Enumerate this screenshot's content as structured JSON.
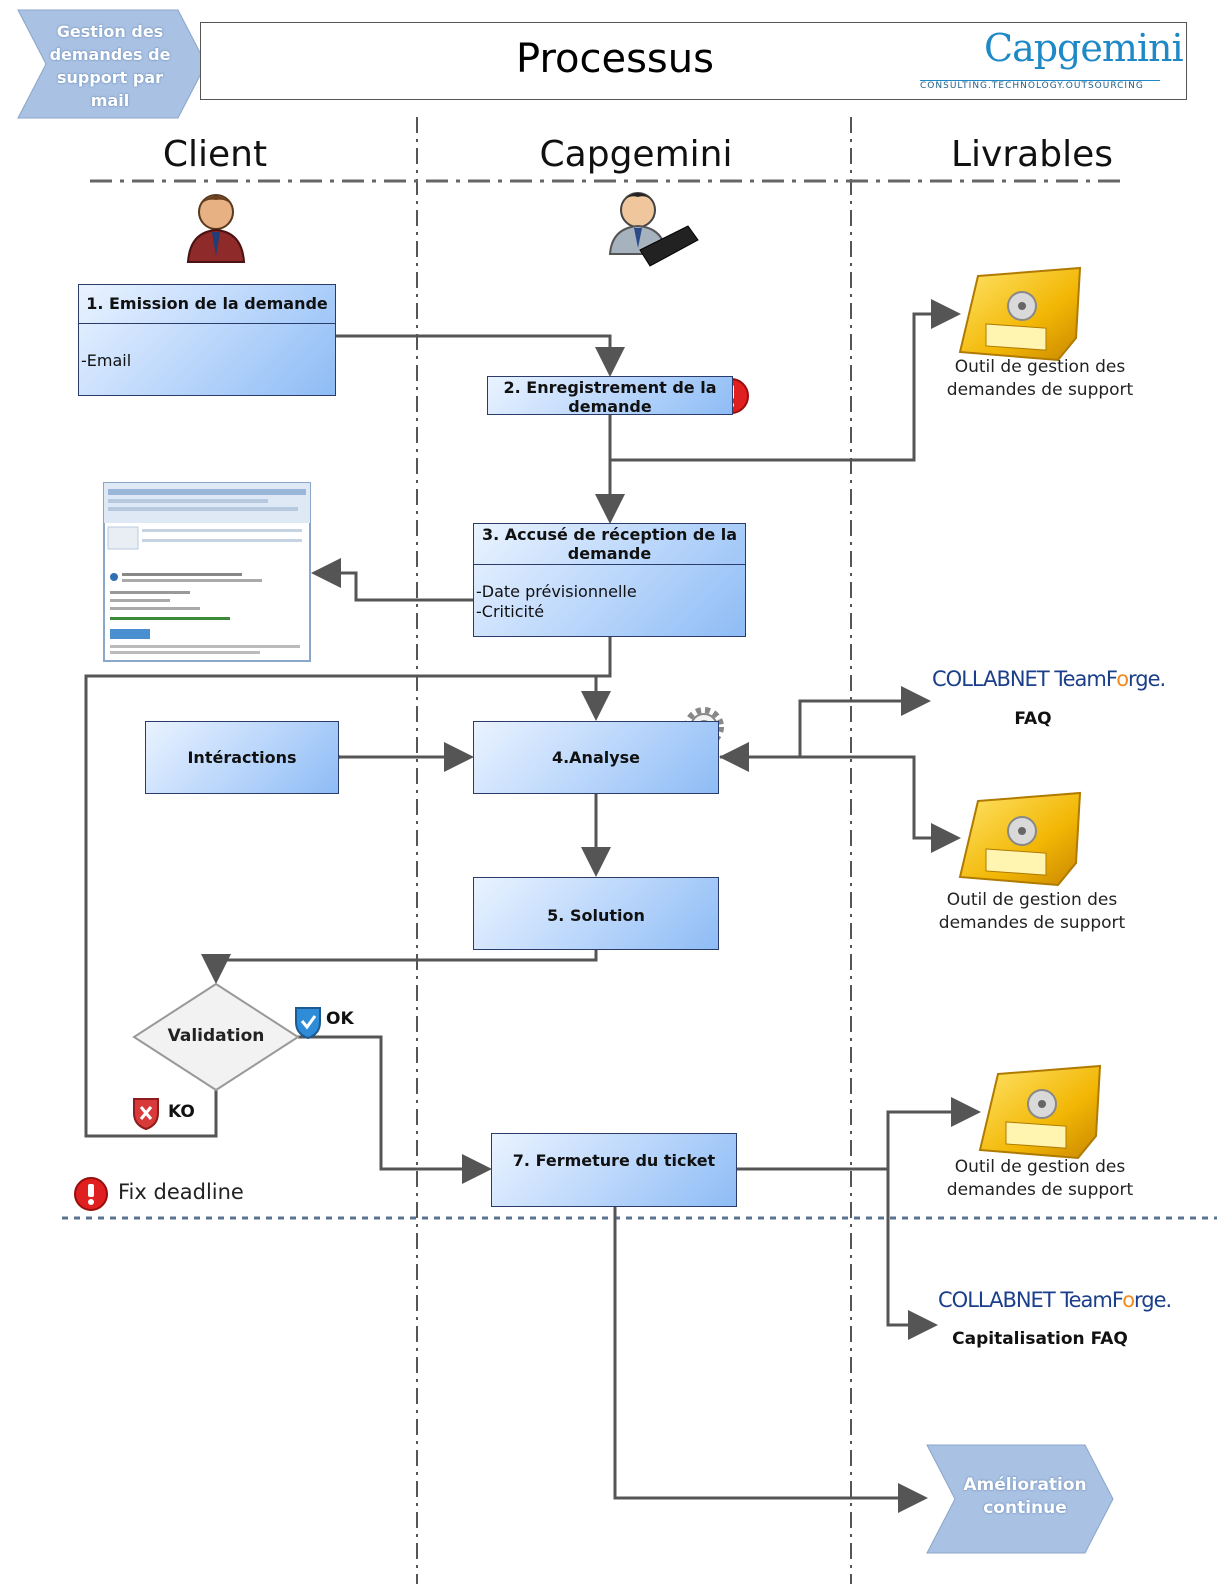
{
  "header": {
    "badge": [
      "Gestion des",
      "demandes de",
      "support par",
      "mail"
    ],
    "title": "Processus",
    "logo_name": "Capgemini",
    "logo_tagline": "CONSULTING.TECHNOLOGY.OUTSOURCING"
  },
  "columns": [
    "Client",
    "Capgemini",
    "Livrables"
  ],
  "steps": {
    "s1": {
      "title": "1. Emission de la demande",
      "lines": [
        "-Email"
      ]
    },
    "s2": {
      "title": [
        "2. Enregistrement de la",
        "demande"
      ]
    },
    "s3": {
      "title": [
        "3. Accusé de réception de la",
        "demande"
      ],
      "lines": [
        "-Date prévisionnelle",
        "-Criticité"
      ]
    },
    "s4": {
      "title": "4.Analyse"
    },
    "interactions": {
      "title": "Intéractions"
    },
    "s5": {
      "title": "5. Solution"
    },
    "validation": "Validation",
    "ok": "OK",
    "ko": "KO",
    "s7": {
      "title": "7. Fermeture du ticket"
    }
  },
  "deliverables": {
    "tool": [
      "Outil de gestion des",
      "demandes de support"
    ],
    "collabnet_left": "COLLABNET",
    "collabnet_right_a": "TeamF",
    "collabnet_right_o": "o",
    "collabnet_right_b": "rge.",
    "faq": "FAQ",
    "capitalisation": "Capitalisation FAQ"
  },
  "legend": {
    "fix_deadline": "Fix deadline"
  },
  "footer_badge": [
    "Amélioration",
    "continue"
  ],
  "colors": {
    "box_border": "#2b3b6a",
    "box_fill": "#b8d5fb",
    "arrow": "#555555",
    "alert": "#e02020",
    "badge": "#a9c1e3"
  }
}
